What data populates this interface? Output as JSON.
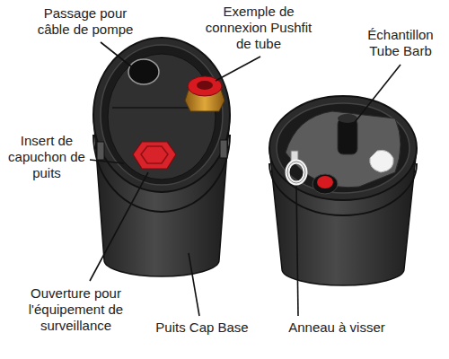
{
  "diagram": {
    "labels": [
      "Passage pour câble de pompe",
      "Exemple de connexion Pushfit de tube",
      "Échantillon Tube Barb",
      "Insert de capuchon de puits",
      "Ouverture pour l'équipement de surveillance",
      "Puits Cap Base",
      "Anneau à visser"
    ]
  }
}
